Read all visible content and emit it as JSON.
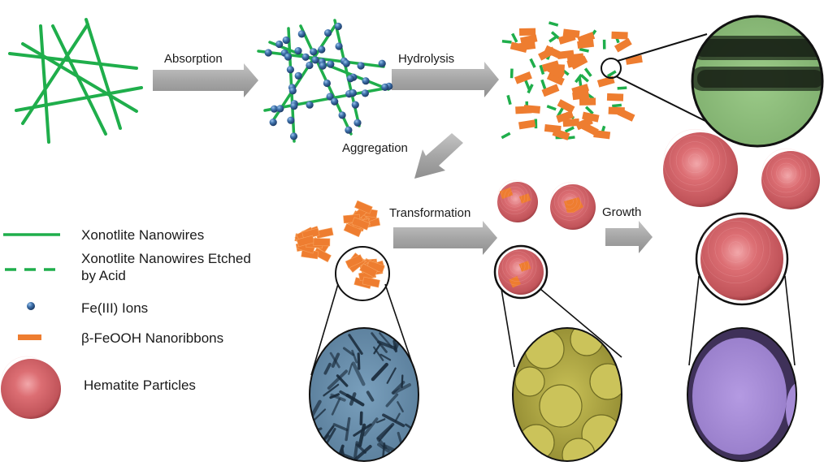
{
  "process": {
    "steps": [
      {
        "label": "Absorption"
      },
      {
        "label": "Hydrolysis"
      },
      {
        "label": "Aggregation"
      },
      {
        "label": "Transformation"
      },
      {
        "label": "Growth"
      }
    ]
  },
  "legend": {
    "items": [
      {
        "label": "Xonotlite Nanowires",
        "icon": "solid-green-line-icon"
      },
      {
        "label": "Xonotlite Nanowires Etched by Acid",
        "line1": "Xonotlite Nanowires Etched",
        "line2": "by Acid",
        "icon": "dashed-green-line-icon"
      },
      {
        "label": "Fe(III) Ions",
        "icon": "blue-sphere-icon"
      },
      {
        "label": "β-FeOOH Nanoribbons",
        "icon": "orange-ribbon-icon"
      },
      {
        "label": "Hematite Particles",
        "icon": "red-sphere-icon"
      }
    ]
  },
  "colors": {
    "nanowire": "#1fae4b",
    "ion": "#3d6fa8",
    "ribbon": "#ee7d30",
    "hematite": "#d4646a",
    "arrow": "#a9a9a9",
    "tem_green": "#8fbf7f",
    "tem_blue": "#6f93b0",
    "sem_yellow": "#b9b24a",
    "sem_purple": "#9a80cc"
  }
}
